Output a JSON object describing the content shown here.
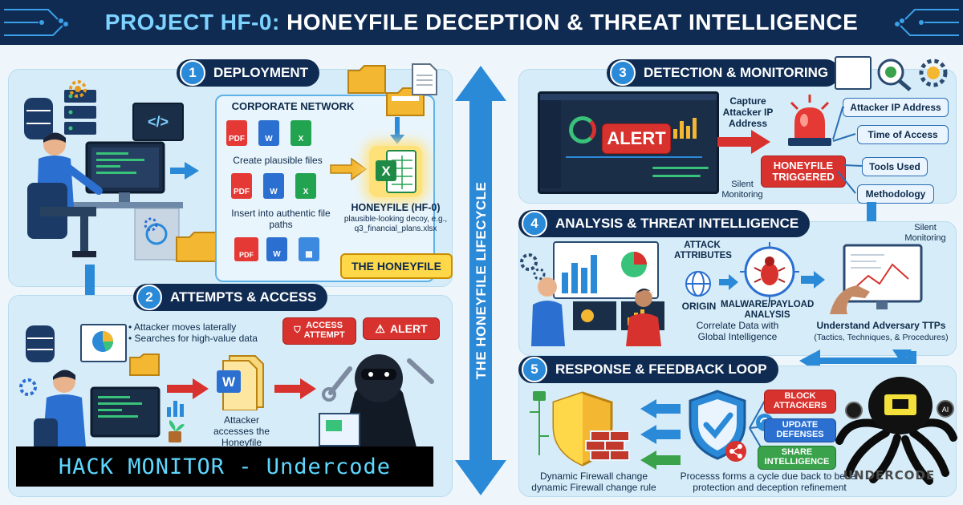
{
  "header": {
    "title_part1": "PROJECT HF-0:",
    "title_part2": "HONEYFILE DECEPTION & THREAT INTELLIGENCE"
  },
  "lifecycle_label": "THE HONEYFILE LIFECYCLE",
  "deployment": {
    "num": "1",
    "title": "DEPLOYMENT",
    "network_label": "CORPORATE NETWORK",
    "create_text": "Create plausible files",
    "insert_text": "Insert into authentic file paths",
    "honeyfile_title": "HONEYFILE (HF-0)",
    "honeyfile_desc": "plausible-looking decoy, e.g., q3_financial_plans.xlsx",
    "honeyfile_label": "THE HONEYFILE"
  },
  "attempts": {
    "num": "2",
    "title": "ATTEMPTS & ACCESS",
    "bullets": [
      "• Attacker moves laterally",
      "• Searches for high-value data"
    ],
    "access_line1": "ACCESS",
    "access_line2": "ATTEMPT",
    "alert": "ALERT",
    "accesses_text": "Attacker accesses the Honeyfile"
  },
  "detection": {
    "num": "3",
    "title": "DETECTION & MONITORING",
    "alert": "ALERT",
    "capture_text": "Capture Attacker IP Address",
    "silent_text": "Silent Monitoring",
    "triggered_line1": "HONEYFILE",
    "triggered_line2": "TRIGGERED",
    "pills": [
      "Attacker IP Address",
      "Time of Access",
      "Tools Used",
      "Methodology"
    ]
  },
  "analysis": {
    "num": "4",
    "title": "ANALYSIS & THREAT INTELLIGENCE",
    "attack_attributes": "ATTACK ATTRIBUTES",
    "origin": "ORIGIN",
    "malware": "MALWARE/PAYLOAD ANALYSIS",
    "correlate": "Correlate Data with Global Intelligence",
    "silent_text": "Silent Monitoring",
    "ttp_title": "Understand Adversary TTPs",
    "ttp_sub": "(Tactics, Techniques, & Procedures)"
  },
  "response": {
    "num": "5",
    "title": "RESPONSE & FEEDBACK LOOP",
    "block": "BLOCK ATTACKERS",
    "update": "UPDATE DEFENSES",
    "share": "SHARE INTELLIGENCE",
    "firewall_text": "Dynamic Firewall change dynamic Firewall change rule",
    "process_text": "Processs forms a cycle due back to better protection and deception refinement"
  },
  "watermark": "HACK MONITOR - Undercode",
  "logo_text": "UNDERCODE",
  "colors": {
    "navy": "#0f2b52",
    "accent": "#2b8ad8",
    "alert_red": "#d8322e",
    "honey_yellow": "#ffd84a",
    "panel": "#d6ecf8"
  }
}
